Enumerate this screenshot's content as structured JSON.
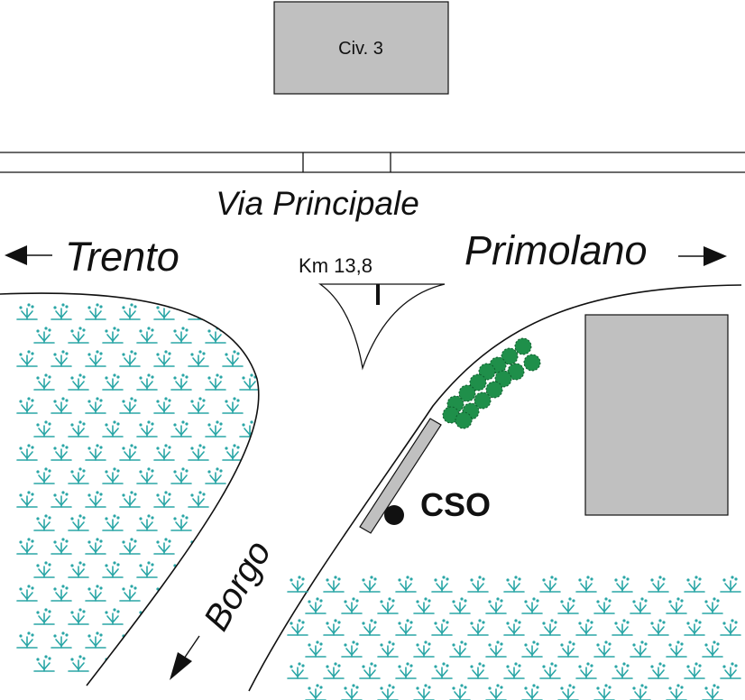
{
  "map": {
    "building_label": "Civ. 3",
    "road_label": "Via Principale",
    "direction_left": "Trento",
    "direction_right": "Primolano",
    "direction_down": "Borgo",
    "km_marker": "Km 13,8",
    "point_label": "CSO"
  },
  "colors": {
    "building_fill": "#c0c0c0",
    "marsh_symbol": "#2aa6a6",
    "vegetation": "#1f8f4a",
    "line": "#111111",
    "background": "#ffffff"
  },
  "icons": {
    "marsh": "marsh-grass-symbol",
    "vegetation": "tree-canopy-symbol",
    "arrow": "direction-arrow-icon",
    "point": "point-marker-icon"
  }
}
